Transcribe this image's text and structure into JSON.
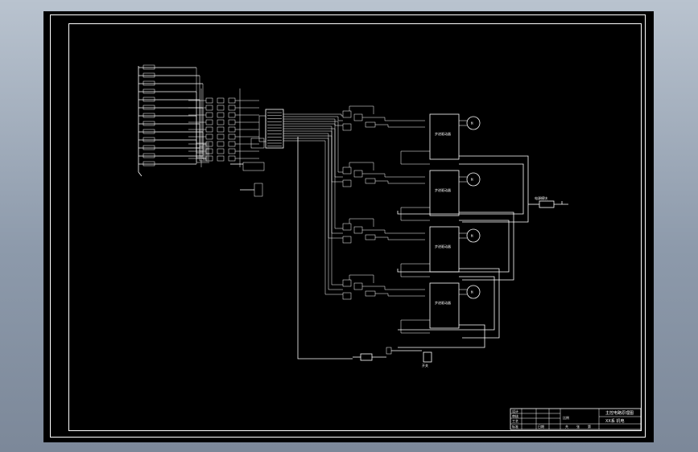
{
  "drawing": {
    "title_block": {
      "drawing_title": "主控电路原理图",
      "drawing_subtitle": "XX系 机电",
      "row_labels": [
        "设计",
        "审核",
        "工艺",
        "标准"
      ],
      "bottom_labels": [
        "比例",
        "共",
        "张",
        "第"
      ],
      "date_label": "日期"
    },
    "drivers": [
      {
        "id": "driver-1",
        "label": "步进驱动器",
        "motor": "M"
      },
      {
        "id": "driver-2",
        "label": "步进驱动器",
        "motor": "M"
      },
      {
        "id": "driver-3",
        "label": "步进驱动器",
        "motor": "M"
      },
      {
        "id": "driver-4",
        "label": "步进驱动器",
        "motor": "M"
      }
    ],
    "power_block_label": "电源模块",
    "bottom_switch_label": "开关"
  },
  "colors": {
    "background": "#000000",
    "line": "#ffffff",
    "app_chrome": "#8d9aab"
  }
}
